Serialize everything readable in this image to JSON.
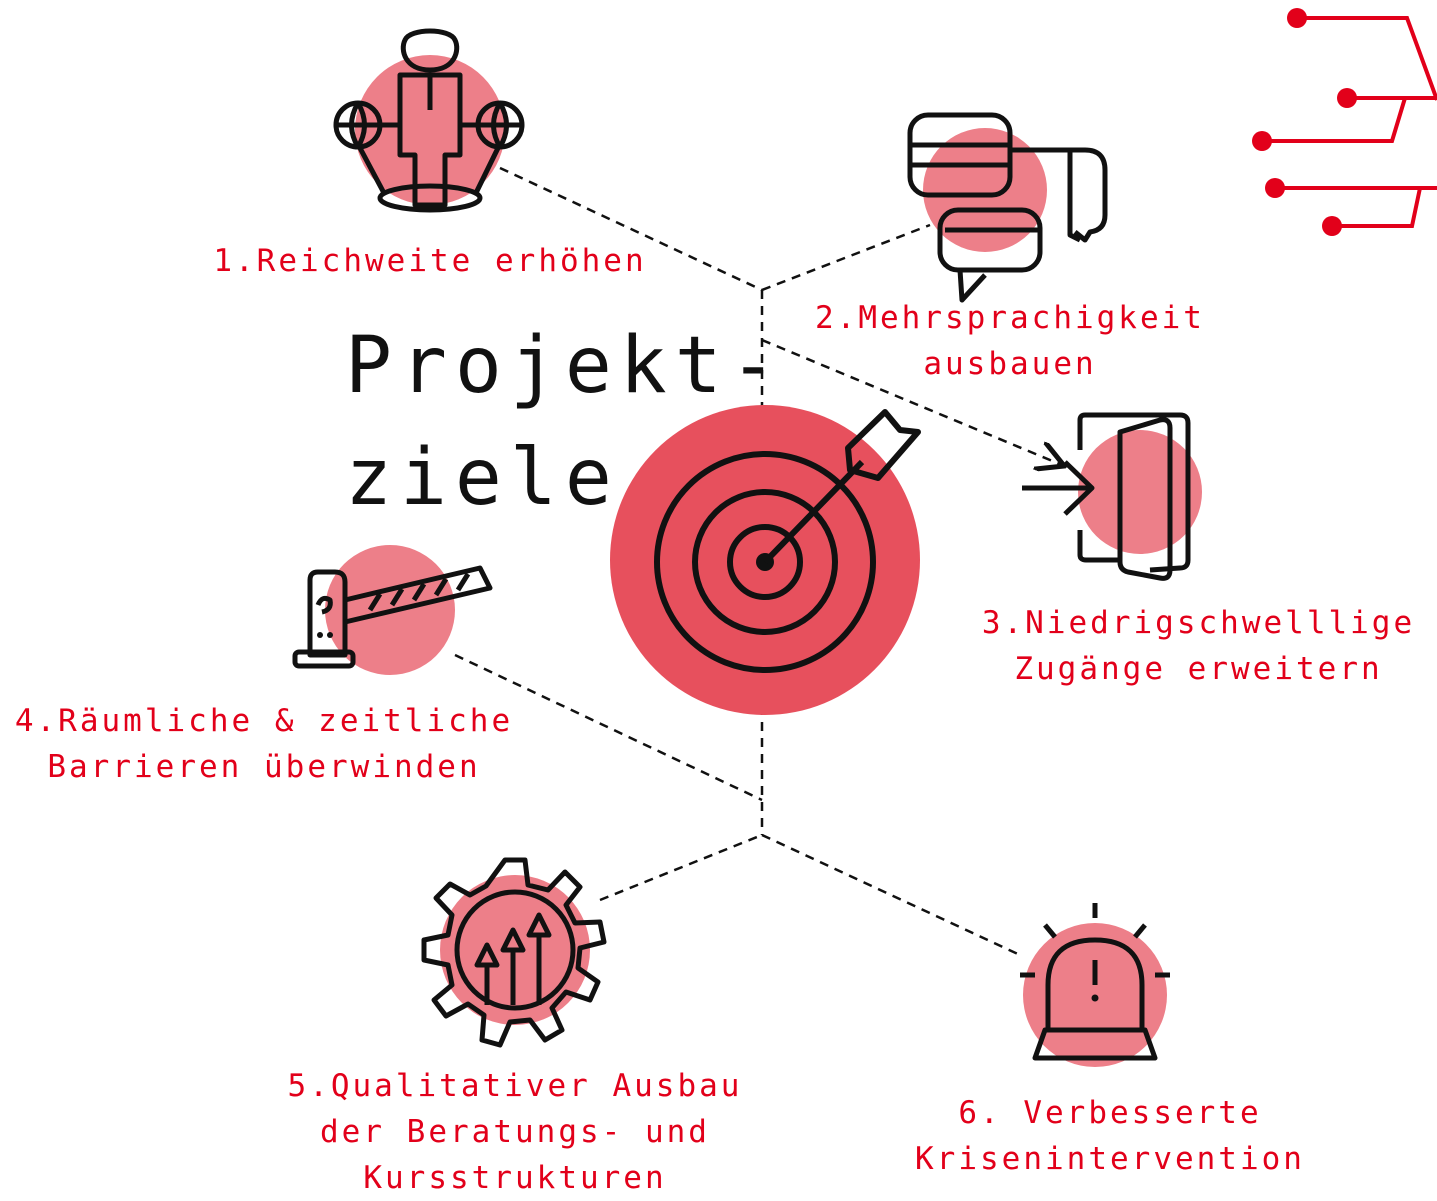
{
  "title": {
    "line1": "Projekt-",
    "line2": "ziele"
  },
  "colors": {
    "accent": "#e2001a",
    "circle": "#e7505d",
    "circle_light": "#ed7f89",
    "ink": "#111111"
  },
  "goals": [
    {
      "icon": "person-with-globes-icon",
      "lines": [
        "1.Reichweite erhöhen"
      ]
    },
    {
      "icon": "speech-bubbles-icon",
      "lines": [
        "2.Mehrsprachigkeit",
        "ausbauen"
      ]
    },
    {
      "icon": "door-entry-icon",
      "lines": [
        "3.Niedrigschwelllige",
        "Zugänge erweitern"
      ]
    },
    {
      "icon": "barrier-gate-icon",
      "lines": [
        "4.Räumliche & zeitliche",
        "Barrieren überwinden"
      ]
    },
    {
      "icon": "gear-growth-icon",
      "lines": [
        "5.Qualitativer Ausbau",
        "der Beratungs- und",
        "Kursstrukturen"
      ]
    },
    {
      "icon": "alarm-siren-icon",
      "lines": [
        "6. Verbesserte",
        "Krisenintervention"
      ]
    }
  ],
  "center_icon": "target-arrow-icon",
  "corner_icon": "circuit-lines-icon"
}
